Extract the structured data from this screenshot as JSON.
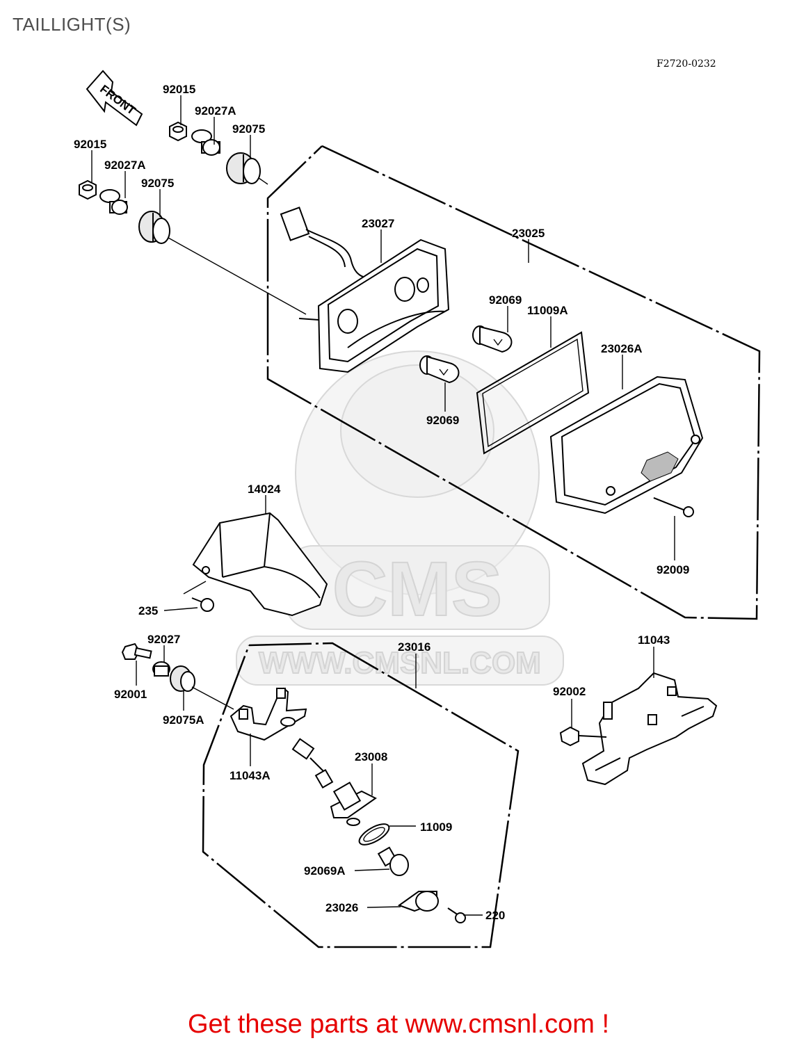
{
  "title": "TAILLIGHT(S)",
  "figure_ref": "F2720-0232",
  "direction_arrow": "FRONT",
  "watermark": {
    "brand": "CMS",
    "url": "WWW.CMSNL.COM"
  },
  "banner": "Get these parts at www.cmsnl.com !",
  "banner_color": "#e60000",
  "part_labels": {
    "p92015_top": "92015",
    "p92027A_top": "92027A",
    "p92075_top": "92075",
    "p92015_left": "92015",
    "p92027A_left": "92027A",
    "p92075_left": "92075",
    "p23027": "23027",
    "p23025": "23025",
    "p92069_upper": "92069",
    "p11009A": "11009A",
    "p23026A": "23026A",
    "p92069_lower": "92069",
    "p14024": "14024",
    "p92009": "92009",
    "p235": "235",
    "p92027": "92027",
    "p23016": "23016",
    "p11043": "11043",
    "p92001": "92001",
    "p92075A": "92075A",
    "p92002": "92002",
    "p11043A": "11043A",
    "p23008": "23008",
    "p11009": "11009",
    "p92069A": "92069A",
    "p23026": "23026",
    "p220": "220"
  }
}
